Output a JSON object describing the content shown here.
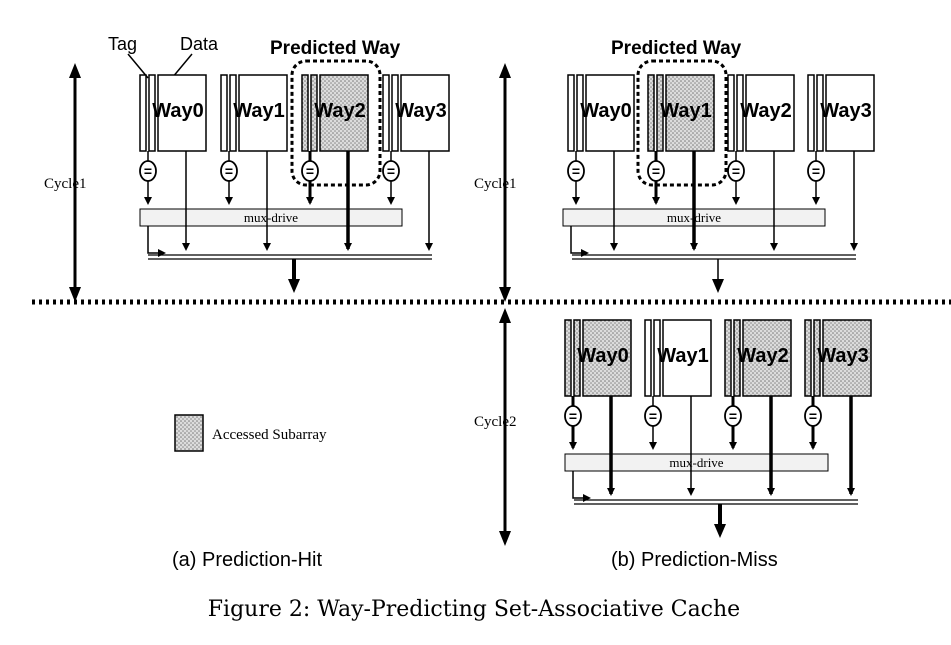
{
  "diagram": {
    "caption": "Figure 2: Way-Predicting Set-Associative Cache",
    "legend": {
      "label": "Accessed Subarray"
    },
    "part_a": {
      "subcaption": "(a) Prediction-Hit",
      "tag_label": "Tag",
      "data_label": "Data",
      "predicted_label": "Predicted Way",
      "cycle_label": "Cycle1",
      "mux_label": "mux-drive",
      "ways": [
        {
          "label": "Way0",
          "accessed": false,
          "predicted": false
        },
        {
          "label": "Way1",
          "accessed": false,
          "predicted": false
        },
        {
          "label": "Way2",
          "accessed": true,
          "predicted": true
        },
        {
          "label": "Way3",
          "accessed": false,
          "predicted": false
        }
      ]
    },
    "part_b_cycle1": {
      "predicted_label": "Predicted Way",
      "cycle_label": "Cycle1",
      "mux_label": "mux-drive",
      "ways": [
        {
          "label": "Way0",
          "accessed": false,
          "predicted": false
        },
        {
          "label": "Way1",
          "accessed": true,
          "predicted": true
        },
        {
          "label": "Way2",
          "accessed": false,
          "predicted": false
        },
        {
          "label": "Way3",
          "accessed": false,
          "predicted": false
        }
      ]
    },
    "part_b_cycle2": {
      "subcaption": "(b) Prediction-Miss",
      "cycle_label": "Cycle2",
      "mux_label": "mux-drive",
      "ways": [
        {
          "label": "Way0",
          "accessed": true,
          "predicted": false
        },
        {
          "label": "Way1",
          "accessed": false,
          "predicted": false
        },
        {
          "label": "Way2",
          "accessed": true,
          "predicted": false
        },
        {
          "label": "Way3",
          "accessed": true,
          "predicted": false
        }
      ]
    },
    "equals_symbol": "="
  }
}
